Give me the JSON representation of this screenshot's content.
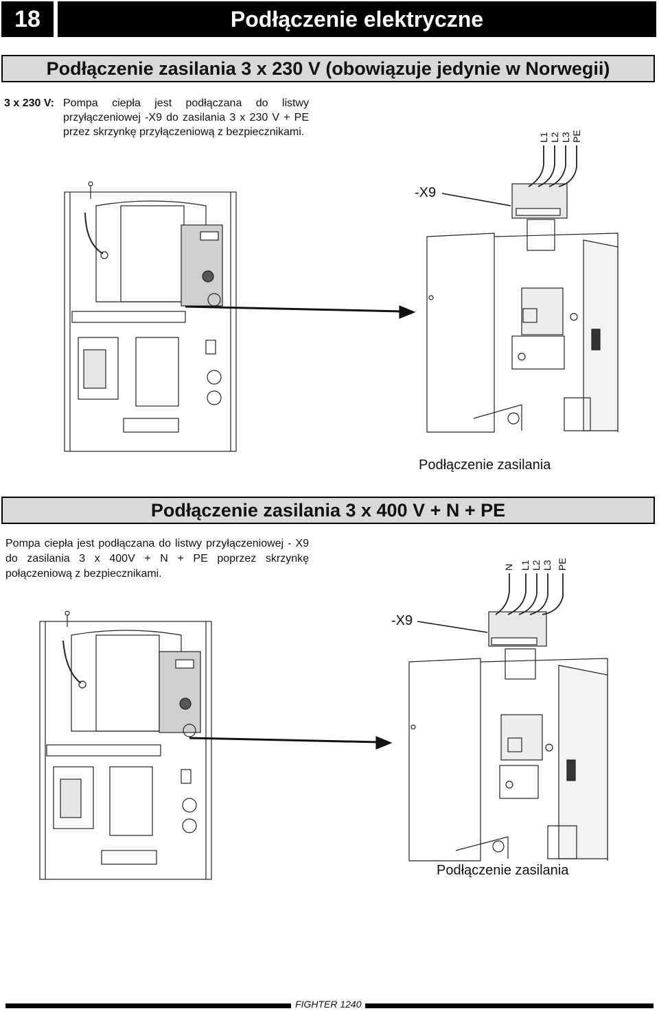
{
  "header": {
    "page_number": "18",
    "title": "Podłączenie elektryczne"
  },
  "section1": {
    "title": "Podłączenie zasilania 3 x 230 V (obowiązuje jedynie w Norwegii)",
    "label": "3 x 230 V:",
    "text": "Pompa ciepła jest podłączana do listwy przyłączeniowej -X9 do zasilania 3 x 230 V + PE przez skrzynkę przyłączeniową z bezpiecznikami.",
    "terminal_label": "-X9",
    "wire_labels": [
      "L1",
      "L2",
      "L3",
      "PE"
    ],
    "caption": "Podłączenie zasilania"
  },
  "section2": {
    "title": "Podłączenie zasilania 3 x 400 V + N + PE",
    "text": "Pompa ciepła jest podłączana do listwy przyłączeniowej - X9 do zasilania 3 x 400V + N + PE poprzez skrzynkę połączeniową z bezpiecznikami.",
    "terminal_label": "-X9",
    "wire_labels": [
      "N",
      "L1",
      "L2",
      "L3",
      "PE"
    ],
    "caption": "Podłączenie zasilania"
  },
  "footer": {
    "label": "FIGHTER 1240"
  }
}
